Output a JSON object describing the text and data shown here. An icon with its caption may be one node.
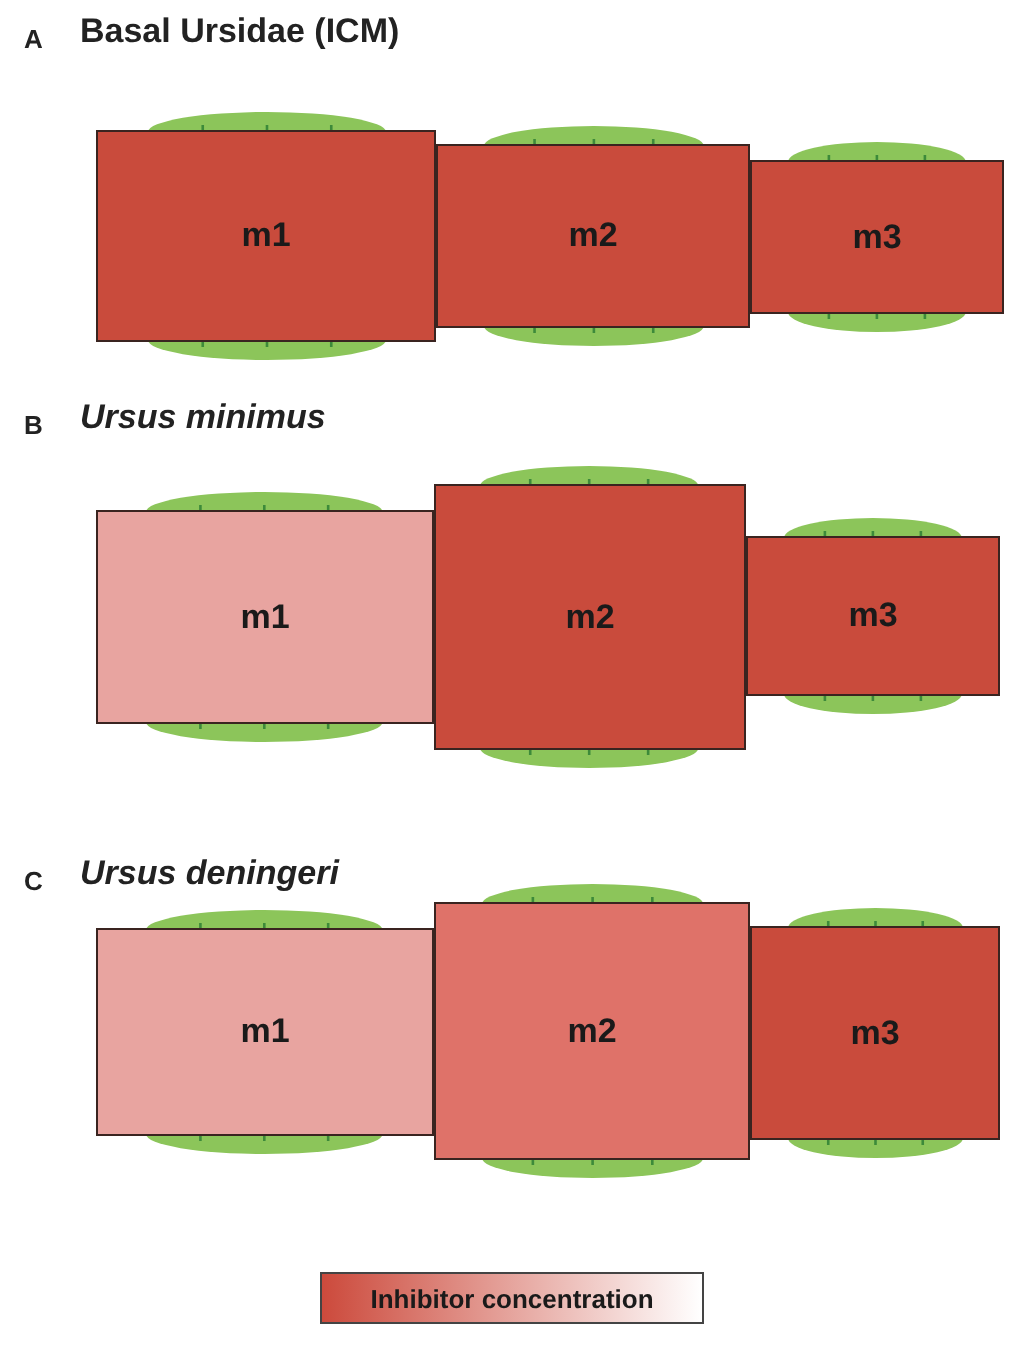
{
  "diagram": {
    "nodes": [
      {
        "text": [
          "m1"
        ]
      },
      {
        "text": [
          "m2"
        ]
      },
      {
        "text": [
          "m3"
        ]
      },
      {
        "text": [
          "m1"
        ]
      },
      {
        "text": [
          "m2"
        ]
      },
      {
        "text": [
          "m3"
        ]
      },
      {
        "text": [
          "m1"
        ]
      },
      {
        "text": [
          "m2"
        ]
      },
      {
        "text": [
          "m3"
        ]
      }
    ],
    "edges": [],
    "labels": [
      "A",
      "Basal Ursidae (ICM)",
      "B",
      "Ursus minimus",
      "C",
      "Ursus deningeri"
    ],
    "legend": [
      {
        "text": "Inhibitor concentration"
      }
    ]
  }
}
